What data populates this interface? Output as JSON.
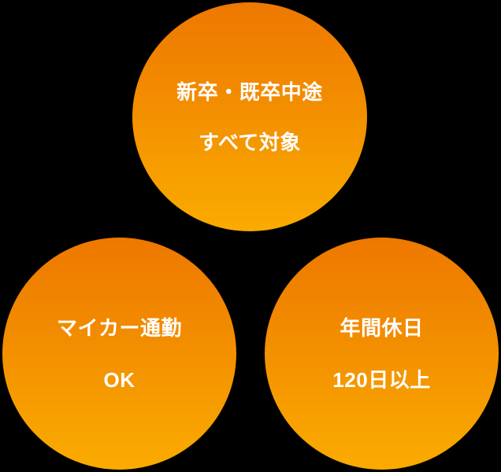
{
  "theme": {
    "background_color": "#000000",
    "gradient_start_color": "#ee7800",
    "gradient_end_color": "#fbab00",
    "text_color": "#ffffff"
  },
  "badges": [
    {
      "id": "recruitment-target",
      "line1": "新卒・既卒中途",
      "line2": "すべて対象"
    },
    {
      "id": "car-commute",
      "line1": "マイカー通勤",
      "line2": "OK"
    },
    {
      "id": "annual-holidays",
      "line1": "年間休日",
      "line2": "120日以上"
    }
  ]
}
